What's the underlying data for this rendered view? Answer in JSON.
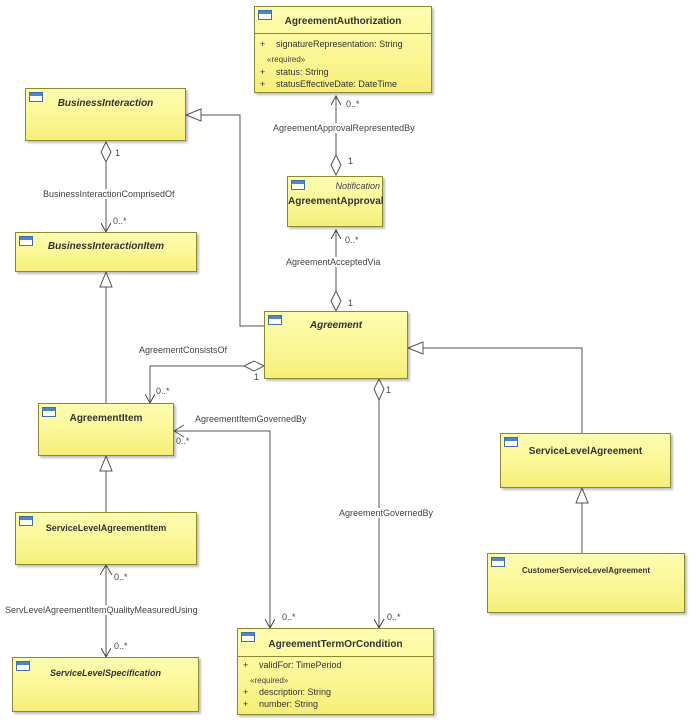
{
  "classes": {
    "agreement_authorization": {
      "name": "AgreementAuthorization",
      "attributes": [
        {
          "vis": "+",
          "text": "signatureRepresentation: String"
        },
        {
          "vis": "+",
          "text": "status: String"
        },
        {
          "vis": "+",
          "text": "statusEffectiveDate: DateTime"
        }
      ],
      "required_label": "«required»"
    },
    "business_interaction": {
      "name": "BusinessInteraction"
    },
    "agreement_approval": {
      "name": "AgreementApproval",
      "stereotype": "Notification"
    },
    "business_interaction_item": {
      "name": "BusinessInteractionItem"
    },
    "agreement": {
      "name": "Agreement"
    },
    "agreement_item": {
      "name": "AgreementItem"
    },
    "service_level_agreement": {
      "name": "ServiceLevelAgreement"
    },
    "service_level_agreement_item": {
      "name": "ServiceLevelAgreementItem"
    },
    "customer_service_level_agreement": {
      "name": "CustomerServiceLevelAgreement"
    },
    "service_level_specification": {
      "name": "ServiceLevelSpecification"
    },
    "agreement_term_or_condition": {
      "name": "AgreementTermOrCondition",
      "attributes": [
        {
          "vis": "+",
          "text": "validFor: TimePeriod"
        },
        {
          "vis": "+",
          "text": "description: String"
        },
        {
          "vis": "+",
          "text": "number: String"
        }
      ],
      "required_label": "«required»"
    }
  },
  "associations": {
    "approval_represented_by": {
      "label": "AgreementApprovalRepresentedBy",
      "mult_source": "1",
      "mult_target": "0..*"
    },
    "accepted_via": {
      "label": "AgreementAcceptedVia",
      "mult_source": "1",
      "mult_target": "0..*"
    },
    "bi_comprised_of": {
      "label": "BusinessInteractionComprisedOf",
      "mult_source": "1",
      "mult_target": "0..*"
    },
    "consists_of": {
      "label": "AgreementConsistsOf",
      "mult_source": "1",
      "mult_target": "0..*"
    },
    "item_governed_by": {
      "label": "AgreementItemGovernedBy",
      "mult_source": "0..*",
      "mult_target": "0..*"
    },
    "governed_by": {
      "label": "AgreementGovernedBy",
      "mult_source": "1",
      "mult_target": "0..*"
    },
    "quality_measured_using": {
      "label": "ServLevelAgreementItemQualityMeasuredUsing",
      "mult_source": "0..*",
      "mult_target": "0..*"
    }
  }
}
